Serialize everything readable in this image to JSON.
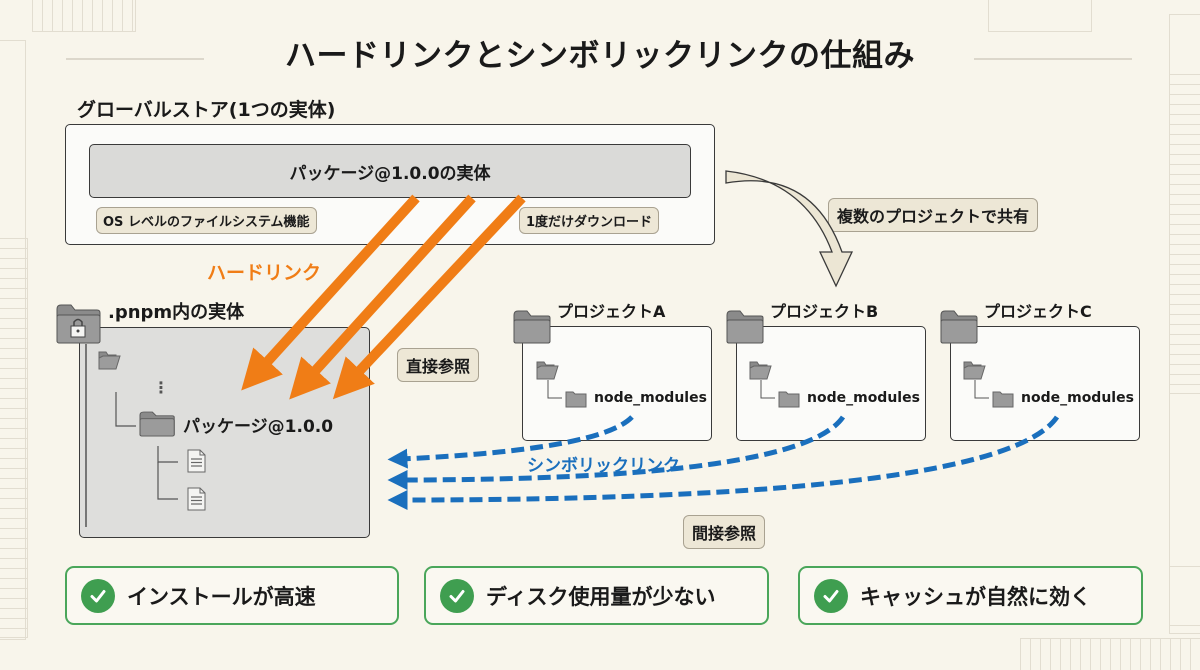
{
  "title": "ハードリンクとシンボリックリンクの仕組み",
  "global_store": {
    "label": "グローバルストア(1つの実体)",
    "entity": "パッケージ@1.0.0の実体",
    "tags": [
      "OS レベルのファイルシステム機能",
      "1度だけダウンロード"
    ]
  },
  "share_label": "複数のプロジェクトで共有",
  "hardlink": {
    "label": "ハードリンク",
    "color": "#f07d16",
    "ref_label": "直接参照"
  },
  "pnpm": {
    "label": ".pnpm内の実体",
    "ellipsis": "⋮",
    "package": "パッケージ@1.0.0"
  },
  "projects": [
    {
      "name": "プロジェクトA",
      "child": "node_modules"
    },
    {
      "name": "プロジェクトB",
      "child": "node_modules"
    },
    {
      "name": "プロジェクトC",
      "child": "node_modules"
    }
  ],
  "symlink": {
    "label": "シンボリックリンク",
    "color": "#1a6fbd",
    "ref_label": "間接参照"
  },
  "benefits": [
    {
      "icon": "check-circle-icon",
      "label": "インストールが高速"
    },
    {
      "icon": "check-circle-icon",
      "label": "ディスク使用量が少ない"
    },
    {
      "icon": "check-circle-icon",
      "label": "キャッシュが自然に効く"
    }
  ],
  "colors": {
    "background": "#f8f5eb",
    "benefit_border": "#4aa65a",
    "check": "#3f9e50"
  }
}
